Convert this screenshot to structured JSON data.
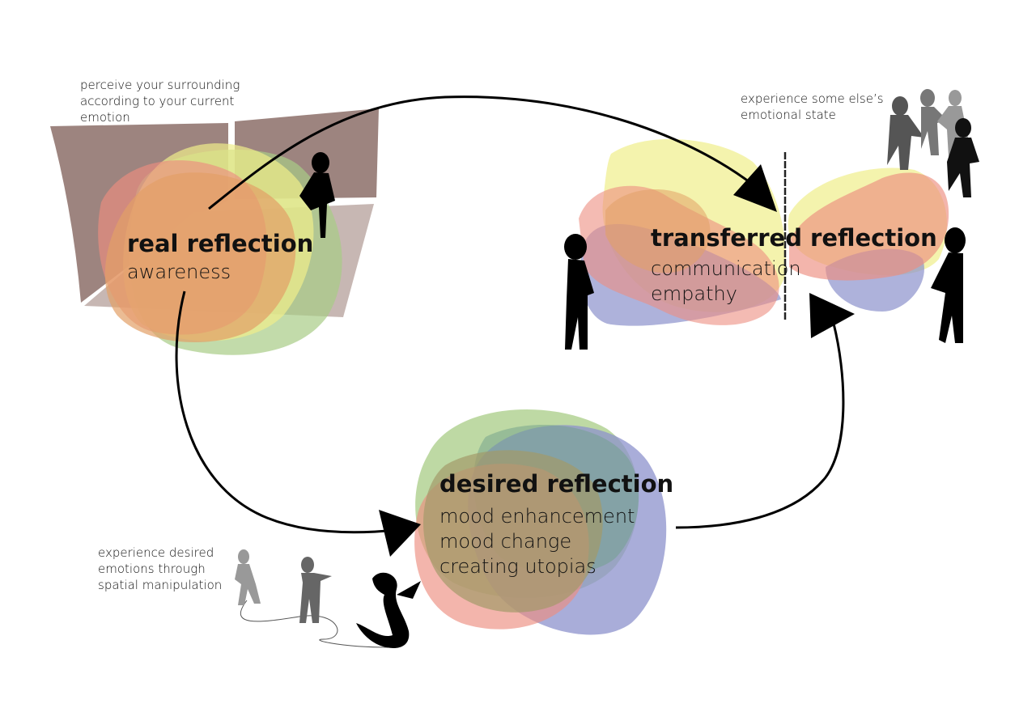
{
  "colors": {
    "yellow": "#f0ee8a",
    "green": "#a8cc86",
    "red": "#ec8d80",
    "orange": "#e2a066",
    "blue": "#8c92cc",
    "brown": "#8c6e68",
    "stroke": "#000000"
  },
  "nodes": {
    "real": {
      "title": "real reflection",
      "lines": [
        "awareness"
      ]
    },
    "transferred": {
      "title": "transferred reflection",
      "lines": [
        "communication",
        "empathy"
      ]
    },
    "desired": {
      "title": "desired reflection",
      "lines": [
        "mood enhancement",
        "mood change",
        "creating utopias"
      ]
    }
  },
  "annotations": {
    "real": [
      "perceive your surrounding",
      "according to your current",
      "emotion"
    ],
    "transferred": [
      "experience some else’s",
      "emotional state"
    ],
    "desired": [
      "experience desired",
      "emotions through",
      "spatial manipulation"
    ]
  }
}
